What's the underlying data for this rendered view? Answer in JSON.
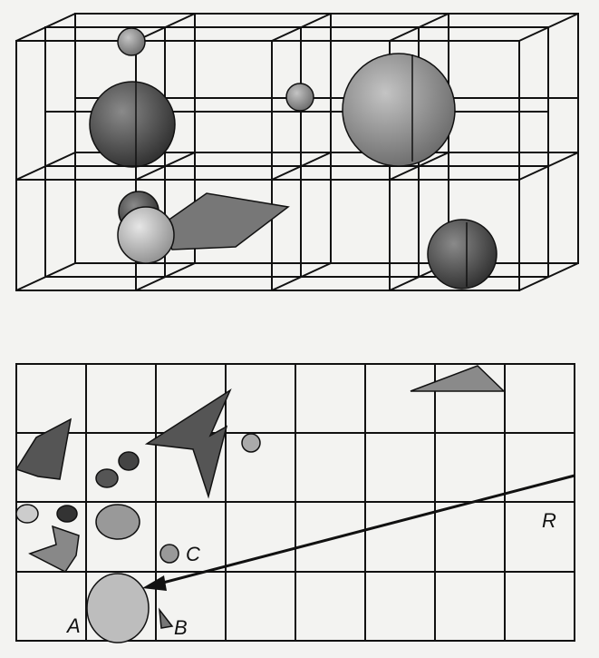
{
  "figure": {
    "labels": {
      "A": "A",
      "B": "B",
      "C": "C",
      "R": "R"
    }
  }
}
